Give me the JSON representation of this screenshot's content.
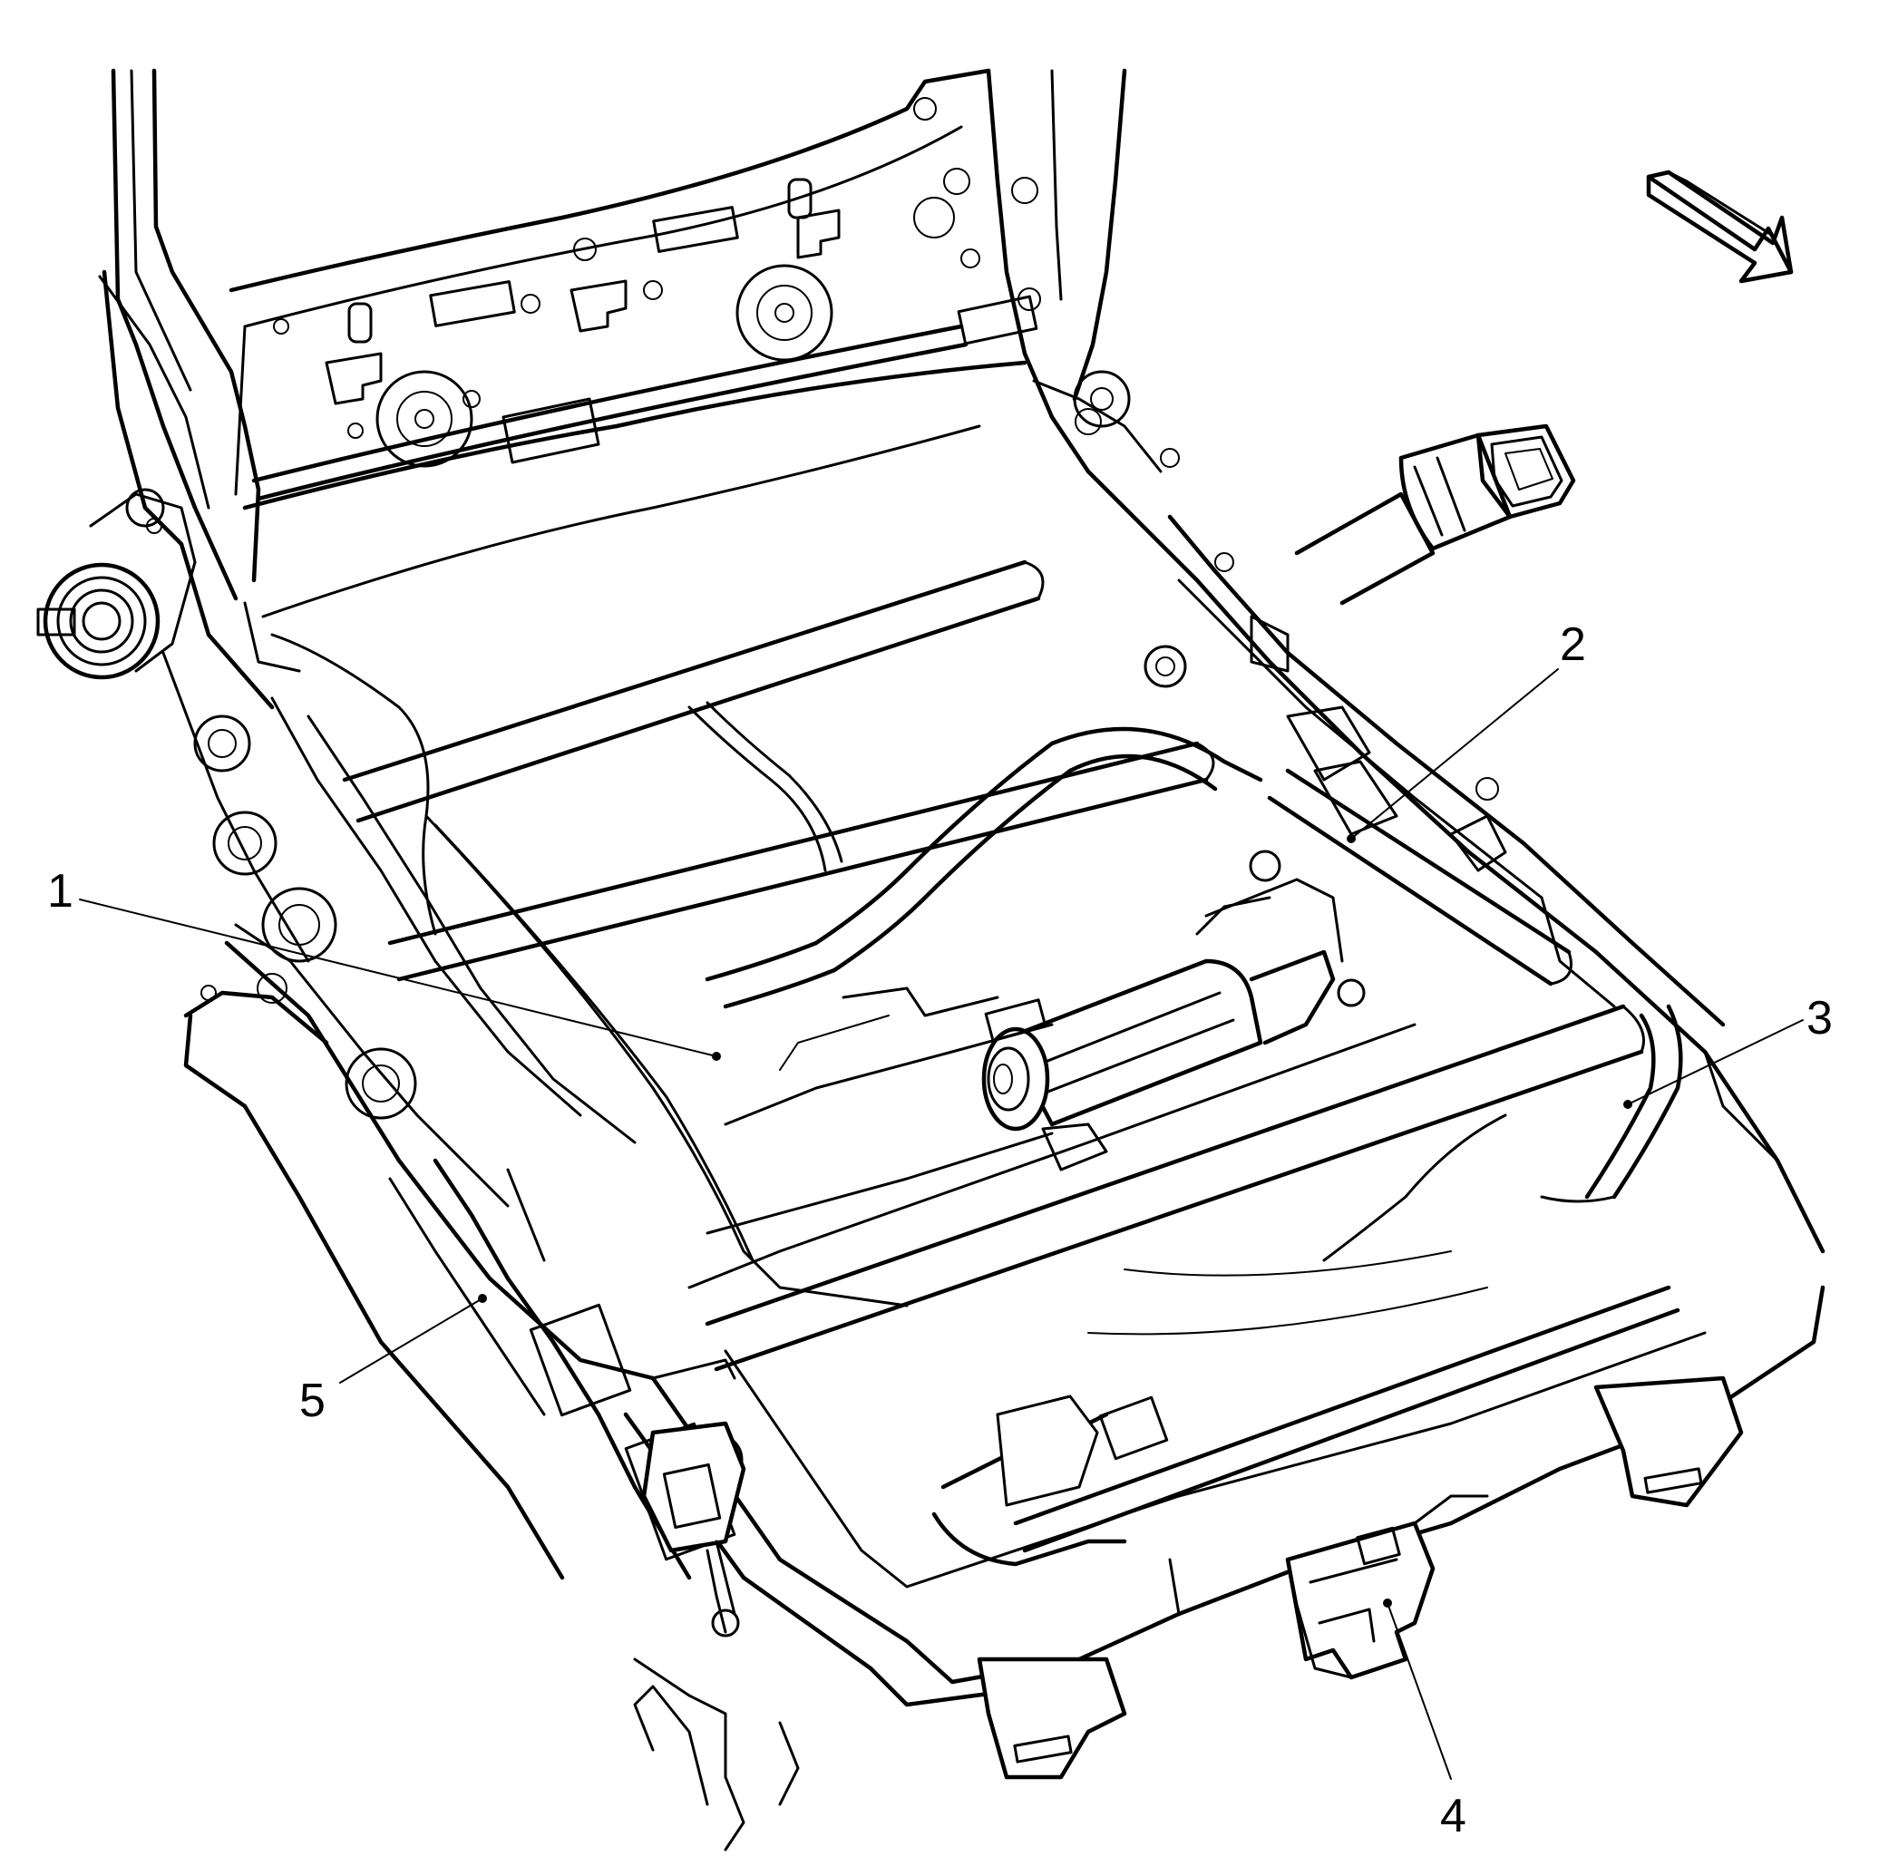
{
  "colors": {
    "ink": "#000000",
    "paper": "#ffffff"
  },
  "callouts": [
    {
      "id": "1",
      "label": "1"
    },
    {
      "id": "2",
      "label": "2"
    },
    {
      "id": "3",
      "label": "3"
    },
    {
      "id": "4",
      "label": "4"
    },
    {
      "id": "5",
      "label": "5"
    }
  ],
  "icons": {
    "direction": "front-direction-arrow-icon"
  }
}
